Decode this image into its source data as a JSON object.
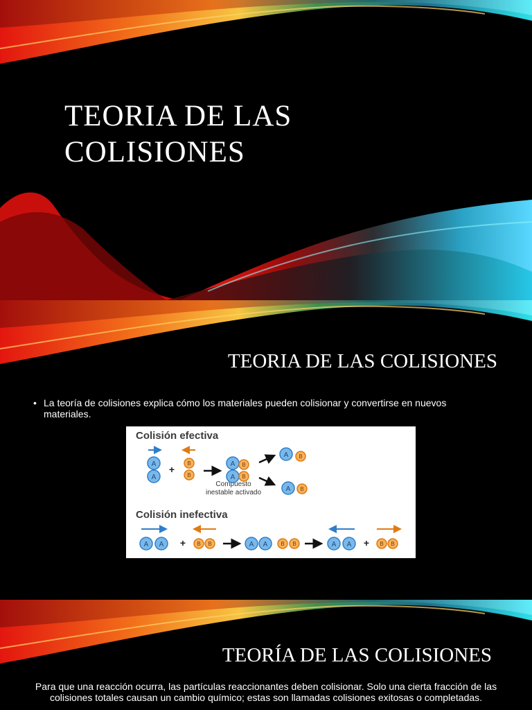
{
  "slide1": {
    "title": "TEORIA DE LAS COLISIONES"
  },
  "slide2": {
    "title": "TEORIA DE LAS COLISIONES",
    "bullet_marker": "•",
    "bullet": "La teoría de colisiones explica cómo los materiales pueden colisionar y convertirse en nuevos materiales.",
    "figure": {
      "effective_heading": "Colisión efectiva",
      "ineffective_heading": "Colisión inefectiva",
      "compound_caption_line1": "Compuesto",
      "compound_caption_line2": "inestable activado",
      "particle_a": "A",
      "particle_b": "B",
      "plus": "+"
    }
  },
  "slide3": {
    "title": "TEORÍA DE LAS COLISIONES",
    "paragraph": "Para que una reacción ocurra, las partículas reaccionantes deben colisionar. Solo una cierta fracción de las colisiones totales causan un cambio químico; estas son llamadas colisiones exitosas o completadas."
  },
  "colors": {
    "background": "#000000",
    "blue": "#4a90d9",
    "orange": "#f0932b",
    "red": "#d7261e",
    "cyan": "#2fd6e6"
  }
}
